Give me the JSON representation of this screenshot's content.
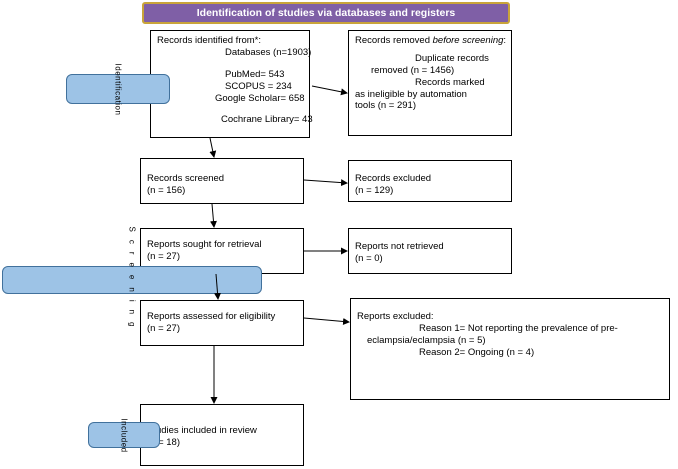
{
  "header": {
    "title": "Identification of studies via databases and registers"
  },
  "side_labels": {
    "identification": "Identification",
    "screening": "Screening",
    "included": "Included"
  },
  "identified": {
    "l1": "Records identified from*:",
    "l2": "Databases (n=1903)",
    "l3": "PubMed= 543",
    "l4": "SCOPUS = 234",
    "l5": "Google Scholar= 658",
    "l6": "Cochrane Library= 43"
  },
  "removed": {
    "l1a": "Records removed ",
    "l1b": "before screening",
    "l1c": ":",
    "l2": "Duplicate records",
    "l3": "removed  (n = 1456)",
    "l4": "Records marked",
    "l5": "as ineligible by automation",
    "l6": "tools (n = 291)"
  },
  "screened": {
    "l1": "Records screened",
    "l2": "(n = 156)"
  },
  "excluded": {
    "l1": "Records excluded",
    "l2": "(n = 129)"
  },
  "sought": {
    "l1": "Reports sought for retrieval",
    "l2": "(n = 27)"
  },
  "not_retrieved": {
    "l1": "Reports not retrieved",
    "l2": "(n = 0)"
  },
  "assessed": {
    "l1": "Reports assessed for eligibility",
    "l2": "(n = 27)"
  },
  "reports_excluded": {
    "l1": "Reports excluded:",
    "l2": "Reason 1= Not reporting the prevalence of pre-",
    "l3": "eclampsia/eclampsia (n = 5)",
    "l4": "Reason 2= Ongoing  (n = 4)"
  },
  "included": {
    "l1": "Studies included in review",
    "l2": "(n = 18)"
  },
  "colors": {
    "header_fill": "#7f5fa6",
    "header_border": "#c9a43a",
    "side_fill": "#9dc3e6",
    "side_border": "#41719c"
  }
}
